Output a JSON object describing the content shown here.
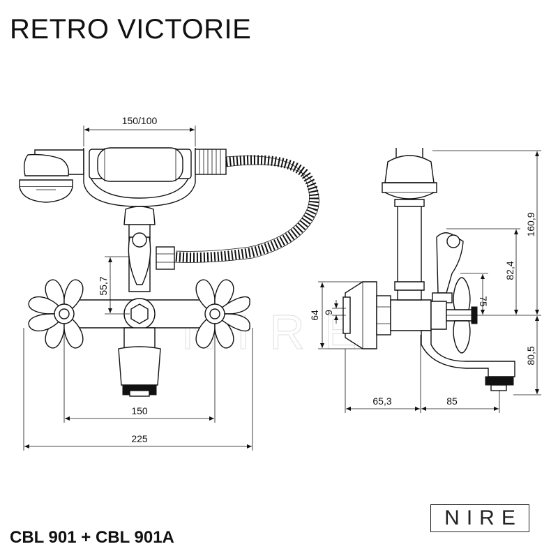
{
  "title": "RETRO VICTORIE",
  "model": "CBL 901 + CBL 901A",
  "logo_text": "NIRE",
  "watermark_text": "NIRE",
  "dimensions": {
    "handle_spacing": "150/100",
    "height_left": "55,7",
    "width_150": "150",
    "width_225": "225",
    "side_64": "64",
    "side_9": "9",
    "side_75": "75",
    "side_160_9": "160,9",
    "side_82_4": "82,4",
    "side_80_5": "80,5",
    "side_65_3": "65,3",
    "side_85": "85"
  }
}
